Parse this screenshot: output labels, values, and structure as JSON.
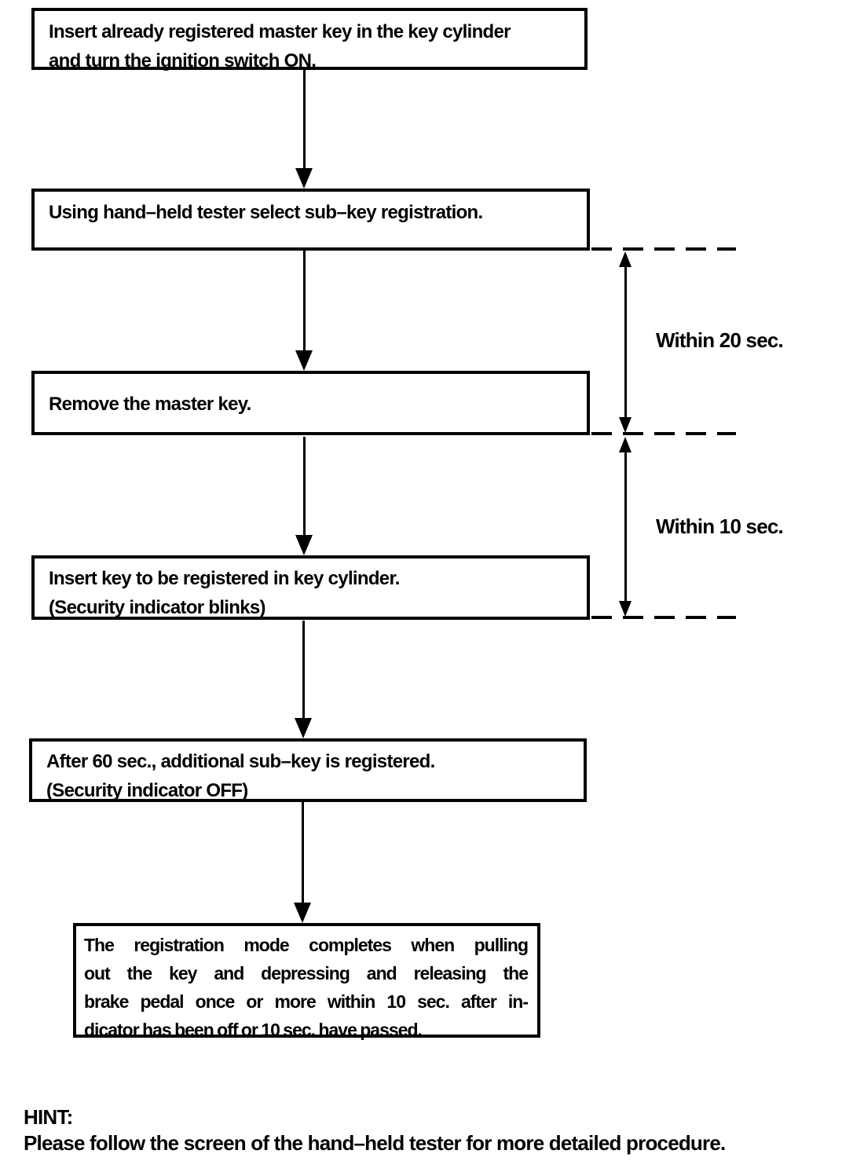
{
  "colors": {
    "ink": "#000000",
    "paper": "#ffffff"
  },
  "icons": {
    "flow_connector": "arrow-down-icon",
    "interval_marker": "double-arrow-icon",
    "interval_boundary": "dashed-line"
  },
  "flowchart": {
    "steps": [
      {
        "lines": [
          "Insert already registered master key in the key cylinder",
          "and turn the ignition switch ON."
        ]
      },
      {
        "lines": [
          "Using hand–held tester select sub–key registration."
        ]
      },
      {
        "lines": [
          "Remove the master key."
        ]
      },
      {
        "lines": [
          "Insert key to be registered in key cylinder.",
          "(Security indicator blinks)"
        ]
      },
      {
        "lines": [
          "After 60 sec., additional sub–key is registered.",
          "(Security indicator OFF)"
        ]
      },
      {
        "lines": [
          "The registration mode completes when pulling",
          "out the key and depressing and releasing the",
          "brake pedal once or more within 10 sec. after in-",
          "dicator has been off or 10 sec. have passed."
        ]
      }
    ],
    "timing": [
      {
        "label": "Within 20 sec."
      },
      {
        "label": "Within 10 sec."
      }
    ]
  },
  "hint": {
    "title": "HINT:",
    "body": "Please follow the screen of the hand–held tester for more detailed procedure."
  }
}
